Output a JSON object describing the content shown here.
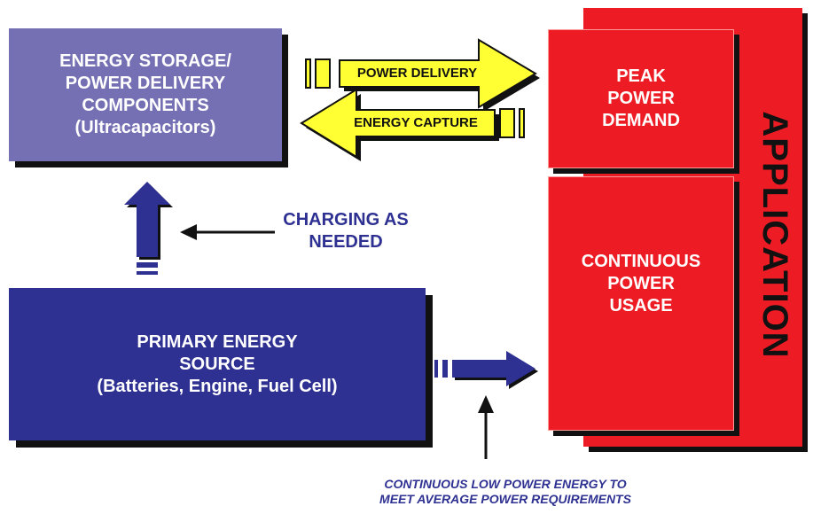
{
  "storage": {
    "lines": [
      "ENERGY STORAGE/",
      "POWER DELIVERY",
      "COMPONENTS",
      "(Ultracapacitors)"
    ]
  },
  "primary": {
    "lines": [
      "PRIMARY ENERGY",
      "SOURCE",
      "(Batteries, Engine, Fuel Cell)"
    ]
  },
  "application": {
    "title": "APPLICATION",
    "peak_lines": [
      "PEAK",
      "POWER",
      "DEMAND"
    ],
    "continuous_lines": [
      "CONTINUOUS",
      "POWER",
      "USAGE"
    ]
  },
  "arrows": {
    "power_delivery": "POWER DELIVERY",
    "energy_capture": "ENERGY CAPTURE"
  },
  "charging": {
    "lines": [
      "CHARGING AS",
      "NEEDED"
    ]
  },
  "caption": {
    "lines": [
      "CONTINUOUS LOW POWER ENERGY TO",
      "MEET AVERAGE POWER REQUIREMENTS"
    ]
  },
  "colors": {
    "storage_box": "#7570b3",
    "primary_box": "#2e3192",
    "application_red": "#ed1c24",
    "arrow_yellow": "#ffff33",
    "navy": "#2e3192",
    "shadow": "#111111"
  }
}
